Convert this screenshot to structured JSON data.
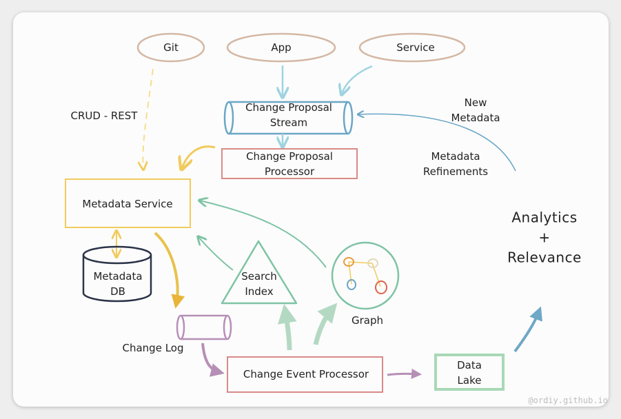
{
  "sources": {
    "git": "Git",
    "app": "App",
    "service": "Service"
  },
  "crud_rest": "CRUD - REST",
  "change_proposal_stream": [
    "Change Proposal",
    "Stream"
  ],
  "change_proposal_processor": [
    "Change Proposal",
    "Processor"
  ],
  "new_metadata": [
    "New",
    "Metadata"
  ],
  "metadata_refinements": [
    "Metadata",
    "Refinements"
  ],
  "metadata_service": "Metadata Service",
  "metadata_db": [
    "Metadata",
    "DB"
  ],
  "search_index": [
    "Search",
    "Index"
  ],
  "graph": "Graph",
  "analytics_relevance": [
    "Analytics",
    "+",
    "Relevance"
  ],
  "change_log": "Change Log",
  "change_event_processor": "Change Event Processor",
  "data_lake": [
    "Data",
    "Lake"
  ],
  "watermark": "@ordiy.github.io",
  "colors": {
    "source_oval": "#d4b8a4",
    "stream": "#6aa6c6",
    "proposal_processor": "#d98a87",
    "metadata_service": "#f1cb5c",
    "db": "#2b3348",
    "search_graph": "#7ec3a4",
    "change_log": "#b68fb6",
    "data_lake": "#a8d8b5",
    "analytics_arrow": "#6fa8c6"
  }
}
